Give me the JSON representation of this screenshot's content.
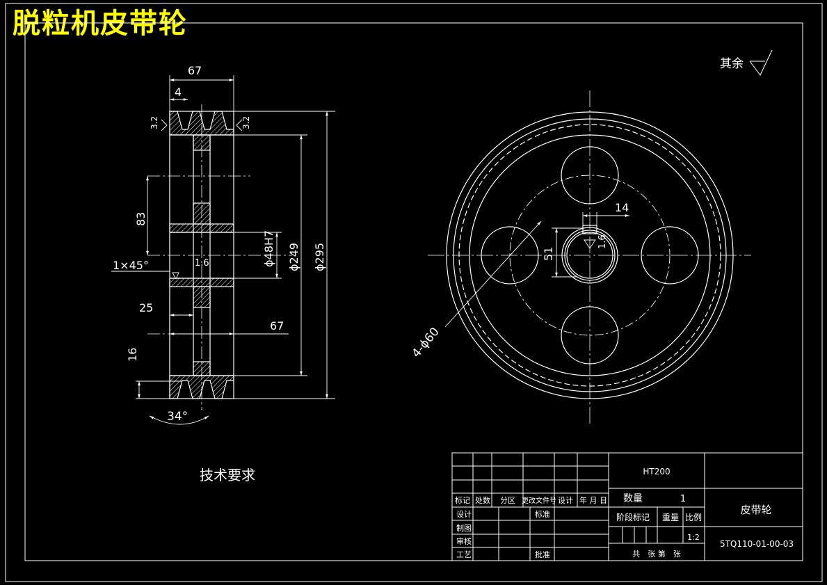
{
  "title": "脱粒机皮带轮",
  "surface_note": "其余",
  "requirements_heading": "技术要求",
  "dims": {
    "overall_width": "67",
    "groove_top": "4",
    "rough_left": "3.2",
    "rough_right": "3.2",
    "height_83": "83",
    "chamfer": "1×45°",
    "rough_bore": "1.6",
    "web_25": "25",
    "hub_67": "67",
    "groove_16": "16",
    "angle": "34°",
    "bore": "ϕ48H7",
    "d249": "ϕ249",
    "d295": "ϕ295",
    "key_width": "14",
    "key_depth": "51",
    "holes": "4-ϕ60",
    "rough_key": "1.6"
  },
  "title_block": {
    "material": "HT200",
    "qty_label": "数量",
    "qty_value": "1",
    "part_name": "皮带轮",
    "stage_label": "阶段标记",
    "weight_label": "重量",
    "scale_label": "比例",
    "scale_value": "1:2",
    "drawing_no": "5TQ110-01-00-03",
    "sheets": "共　张 第　张",
    "rev_headers": [
      "标记",
      "处数",
      "分区",
      "更改文件号",
      "设计",
      "年 月 日"
    ],
    "row_design": "设计",
    "row_std": "标准",
    "row_draw": "制图",
    "row_check": "审核",
    "row_proc": "工艺",
    "row_approve": "批准"
  }
}
